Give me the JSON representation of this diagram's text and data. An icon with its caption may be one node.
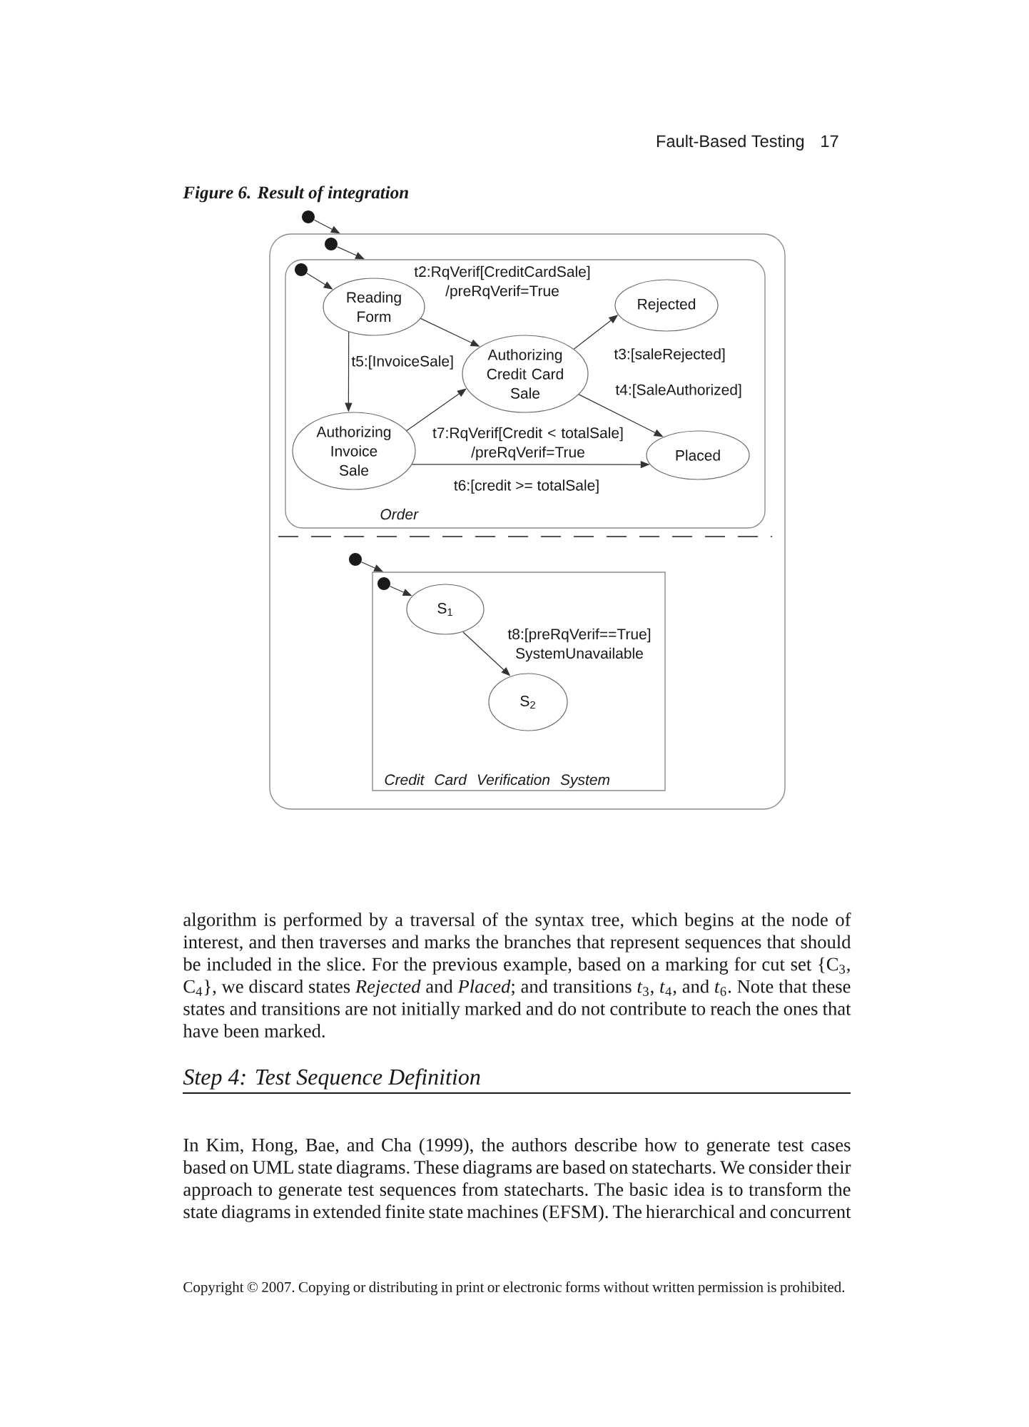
{
  "diagram": {
    "title": "Figure 6. Result of integration",
    "nodes": [
      {
        "text": [],
        "shape": "circle"
      },
      {
        "text": [],
        "shape": "box"
      },
      {
        "text": [],
        "shape": "circle",
        "in": 1
      },
      {
        "text": [
          "Order"
        ],
        "in": 1
      },
      {
        "text": [],
        "shape": "circle",
        "in": 3
      },
      {
        "text": [
          "Reading Form"
        ],
        "in": 3
      },
      {
        "text": [
          "Authorizing Credit Card Sale"
        ],
        "in": 3
      },
      {
        "text": [
          "Rejected"
        ],
        "in": 3
      },
      {
        "text": [
          "Authorizing Invoice Sale"
        ],
        "in": 3
      },
      {
        "text": [
          "Placed"
        ],
        "in": 3
      },
      {
        "text": [],
        "shape": "circle",
        "in": 1
      },
      {
        "text": [
          "Credit Card Verification System"
        ],
        "in": 1
      },
      {
        "text": [],
        "shape": "circle",
        "in": 11
      },
      {
        "text": [
          "S$_{1}$"
        ],
        "in": 11
      },
      {
        "text": [
          "S$_{2}$"
        ],
        "in": 11
      }
    ],
    "edges": [
      {
        "from": 0,
        "to": 1,
        "arrow": "to"
      },
      {
        "from": 2,
        "to": 3,
        "arrow": "to"
      },
      {
        "from": 4,
        "to": 5,
        "arrow": "to"
      },
      {
        "from": 5,
        "to": 6,
        "arrow": "to",
        "label": "t2:RqVerif[CreditCardSale] /preRqVerif=True"
      },
      {
        "from": 6,
        "to": 7,
        "arrow": "to",
        "label": "t3:[saleRejected]"
      },
      {
        "from": 6,
        "to": 9,
        "arrow": "to",
        "label": "t4:[SaleAuthorized]"
      },
      {
        "from": 5,
        "to": 8,
        "arrow": "to",
        "label": "t5:[InvoiceSale]"
      },
      {
        "from": 8,
        "to": 6,
        "arrow": "to",
        "label": "t7:RqVerif[Credit < totalSale] /preRqVerif=True"
      },
      {
        "from": 8,
        "to": 9,
        "arrow": "to",
        "label": "t6:[credit >= totalSale]"
      },
      {
        "from": 10,
        "to": 11,
        "arrow": "to"
      },
      {
        "from": 12,
        "to": 13,
        "arrow": "to"
      },
      {
        "from": 13,
        "to": 14,
        "arrow": "to",
        "label": "t8:[preRqVerif==True] SystemUnavailable"
      }
    ],
    "labels": [
      "Fault-Based Testing",
      "17",
      "algorithm is performed by a traversal of the syntax tree, which begins at the node of interest, and then traverses and marks the branches that represent sequences that should be included in the slice. For the previous example, based on a marking for cut set {C$_{3}$, C$_{4}$}, we discard states *Rejected* and *Placed*; and transitions *t*$_{3}$, *t*$_{4}$, and *t*$_{6}$. Note that these states and transitions are not initially marked and do not contribute to reach the ones that have been marked.",
      "Step 4: Test Sequence Definition",
      "In Kim, Hong, Bae, and Cha (1999), the authors describe how to generate test cases based on UML state diagrams. These diagrams are based on statecharts. We consider their approach to generate test sequences from statecharts. The basic idea is to transform the state diagrams in extended finite state machines (EFSM). The hierarchical and concurrent",
      "Copyright © 2007. Copying or distributing in print or electronic forms without written permission is prohibited."
    ]
  }
}
